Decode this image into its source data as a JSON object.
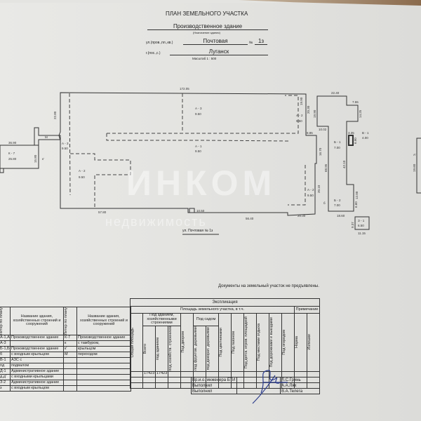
{
  "header": {
    "title": "ПЛАН ЗЕМЕЛЬНОГО УЧАСТКА",
    "purpose_value": "Производственное здание",
    "purpose_caption": "(Назначение здания)",
    "street_label": "ул.(пров.,пл.,кв.)",
    "street_value": "Почтовая",
    "number_label": "№",
    "number_value": "1з",
    "city_label": "г.(пос.,с.)",
    "city_value": "Луганск",
    "scale": "Масштаб 1 : 500"
  },
  "plan": {
    "labels": {
      "main_top": "172.05",
      "main_left": "22.80",
      "main_bottom_left": "57.80",
      "main_notch": "10.50",
      "main_bottom_right": "56.40",
      "main_bottom_step": "20.30",
      "main_right_a": "20.30",
      "main_right_b": "8.85",
      "main_right_c": "16.70",
      "main_right_d": "20.10",
      "main_right_top": "19.90",
      "a1_name": "А - 1",
      "a1_h": "9.50",
      "a2_name": "А - 2",
      "a2_h": "9.50",
      "a3_name": "А - 3",
      "a3_h": "9.50",
      "a3b_name": "А - 3",
      "a3b_h": "9.50",
      "a2r_name": "А - 2",
      "a2r_h": "9.50",
      "a2b_name": "А - 2",
      "a2b_h": "9.50",
      "k7_name": "К - 7",
      "k7_h": "25.80",
      "k7_w": "36.90",
      "k7_side": "15.80",
      "k_label": "к'",
      "m_label": "М",
      "b_top": "22.40",
      "b_step": "7.55",
      "b_side": "14.25",
      "b_inner": "10.02",
      "b_left": "68.95",
      "b_right": "42.10",
      "b_low": "12.00",
      "b_low2": "6.60",
      "b_bottom": "18.60",
      "b_left_top": "19.90",
      "b1_name": "Б - 1",
      "b1_h": "7.00",
      "b2_name": "Б - 2",
      "b2_h": "7.00",
      "b6": "б",
      "v1_name": "В - 1",
      "v1_h": "4.00",
      "v_w": "3.35",
      "v_h2": "6.90",
      "z1_name": "З - 1",
      "z1_h": "6.50",
      "z_w": "11.15",
      "z_side": "9.37",
      "right_a": "А'",
      "right_side": "19.60"
    },
    "street_caption": "ул. Почтовая № 1з",
    "note": "Документы на земельный участок не предъявлены."
  },
  "watermark": {
    "brand": "ИНКОМ",
    "sub": "недвижимость"
  },
  "explication": {
    "title": "Экспликация",
    "area_title": "Площадь земельного участка, в т.ч.",
    "note_title": "Примечание",
    "left_headers": [
      "Литер по плану",
      "Название здания, хозяйственных строений и сооружений",
      "Литер по плану",
      "Название здания, хозяйственных строений и сооружений"
    ],
    "area_headers": {
      "total": "Общая площадь",
      "under_buildings": "Под зданием, хозяйственными строениями",
      "all": "Всего",
      "under_building": "под зданием",
      "under_outbuildings": "под хозяйств. строением",
      "yard": "Под двором",
      "garden": "Под садом",
      "fruit": "под фруктов. деревьями",
      "decor": "под декорат. деревьями",
      "flowers": "Под цветниками",
      "lawn": "Под газоном",
      "playground": "Под детск. игров. площадкой",
      "rest": "Под местами отдыха",
      "roads": "Под дорожками и выездами",
      "vegetable": "Под огородом",
      "norm": "Норма",
      "excess": "Излишки"
    },
    "rows": [
      [
        "А-1,А-2",
        "Производственное здание",
        "К-7",
        "Производственное здание"
      ],
      [
        "А-3",
        "",
        "к",
        "с тамбуром,"
      ],
      [
        "Б-1,Б-2",
        "Производственное здание",
        "к'",
        "крыльцом"
      ],
      [
        "б",
        "с входным крыльцом",
        "М",
        "переходом"
      ],
      [
        "В-1",
        "АЗС с",
        "",
        ""
      ],
      [
        "пд",
        "подвалом",
        "",
        ""
      ],
      [
        "Д-1",
        "Административное здание",
        "",
        ""
      ],
      [
        "д,д'",
        "с входными крыльцами",
        "",
        ""
      ],
      [
        "З-2",
        "Административное здание",
        "",
        ""
      ],
      [
        "з",
        "с входным крыльцом",
        "",
        ""
      ]
    ],
    "area_total_all": "17423",
    "area_under_building": "17423"
  },
  "signatures": [
    {
      "role": "Вр.и.о. инженера БТИ",
      "name": "Л.С.Гринь"
    },
    {
      "role": "Выполнил",
      "name": "А.А.Лях"
    },
    {
      "role": "Выполнил",
      "name": "В.А.Телега"
    }
  ]
}
